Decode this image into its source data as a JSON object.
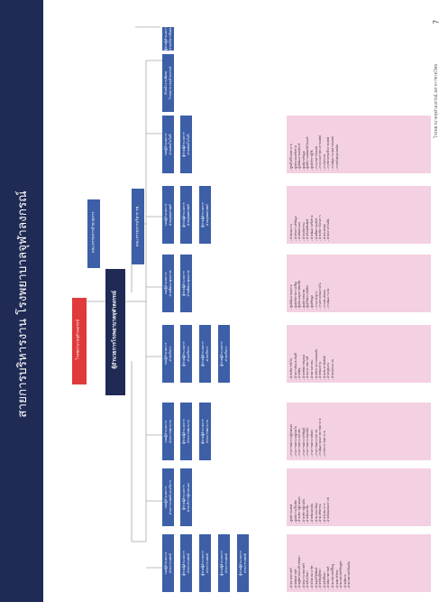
{
  "title": "สายการบริหารงาน โรงพยาบาลจุฬาลงกรณ์",
  "page_number": "7",
  "footer": "โรงพยาบาลจุฬาลงกรณ์ สภากาชาดไทย",
  "top": {
    "hospital": "โรงพยาบาลจุฬาลงกรณ์",
    "committee": "คณะกรรมการอำนวยการ",
    "director": "ผู้อำนวยการโรงพยาบาลจุฬาลงกรณ์",
    "exec_committee": "คณะกรรมการบริหาร รพ."
  },
  "deputies": [
    {
      "label": "รองผู้อำนวยการ\nฝ่ายการแพทย์",
      "subs": [
        "ผู้ช่วยผู้อำนวยการ\nฝ่ายการแพทย์",
        "ผู้ช่วยผู้อำนวยการ\nฝ่ายการแพทย์",
        "ผู้ช่วยผู้อำนวยการ\nฝ่ายการแพทย์",
        "ผู้ช่วยผู้อำนวยการ\nฝ่ายการแพทย์"
      ],
      "list": [
        "- ฝ่ายอายุรศาสตร์",
        "- ฝ่ายศัลยศาสตร์",
        "- ฝ่ายสูติศาสตร์-นรีเวชวิทยา",
        "- ฝ่ายกุมารเวชศาสตร์",
        "- ฝ่ายจักษุวิทยา",
        "- ฝ่ายโสต ศอ นาสิก",
        "- ฝ่ายออร์โธปิดิกส์",
        "- ฝ่ายวิสัญญีวิทยา",
        "- ฝ่ายรังสีวิทยา",
        "- ฝ่ายจิตเวชศาสตร์",
        "- ฝ่ายเวชศาสตร์ฟื้นฟู",
        "- ฝ่ายพยาธิวิทยา",
        "- ฝ่ายเวชศาสตร์ชันสูตร",
        "- ฝ่ายนิติเวช",
        "- ฝ่ายเวชศาสตร์ป้องกัน"
      ]
    },
    {
      "label": "รองผู้อำนวยการ\nฝ่ายการแพทย์และบริการ",
      "subs": [
        "ผู้ช่วยผู้อำนวยการ\nฝ่ายบริการผู้ป่วยนอก"
      ],
      "list": [
        "- ศูนย์การแพทย์",
        "- ศูนย์ความเป็นเลิศ",
        "- ฝ่ายบริการผู้ป่วยนอก",
        "- ฝ่ายบริการผู้ป่วยใน",
        "- ฝ่ายห้องผ่าตัด",
        "- ฝ่ายห้องฉุกเฉิน",
        "- ฝ่ายเวชระเบียน",
        "- ฝ่ายเภสัชกรรม",
        "- ฝ่ายโภชนาการ",
        "- ฝ่ายสังคมสงเคราะห์"
      ]
    },
    {
      "label": "รองผู้อำนวยการ\nฝ่ายการพยาบาล",
      "subs": [
        "ผู้ช่วยผู้อำนวยการ\nฝ่ายการพยาบาล",
        "ผู้ช่วยผู้อำนวยการ\nฝ่ายการพยาบาล"
      ],
      "list": [
        "- งานการพยาบาลผู้ป่วยนอก",
        "- งานการพยาบาลผู้ป่วยใน",
        "- งานการพยาบาลผ่าตัด",
        "- งานการพยาบาลวิสัญญี",
        "- งานการพยาบาลฉุกเฉิน",
        "- งานการพยาบาลพิเศษ",
        "- งานการพยาบาลทารก",
        "- งานพัฒนาคุณภาพการพยาบาล",
        "- งานวิชาการพยาบาล"
      ]
    },
    {
      "label": "รองผู้อำนวยการ\nฝ่ายบริหาร",
      "subs": [
        "ผู้ช่วยผู้อำนวยการ\nฝ่ายบริหาร",
        "ผู้ช่วยผู้อำนวยการ\nฝ่ายบริหาร",
        "ผู้ช่วยผู้อำนวยการ\nฝ่ายบริหาร"
      ],
      "list": [
        "- ฝ่ายบริหารทั่วไป",
        "- ฝ่ายการเงินและบัญชี",
        "- ฝ่ายพัสดุ",
        "- ฝ่ายทรัพยากรบุคคล",
        "- ฝ่ายอาคารสถานที่",
        "- ฝ่ายยานพาหนะ",
        "- ฝ่ายรักษาความปลอดภัย",
        "- ฝ่ายซ่อมบำรุง",
        "- ฝ่ายประชาสัมพันธ์",
        "- ฝ่ายกฎหมาย",
        "- ฝ่ายงบประมาณ"
      ]
    },
    {
      "label": "รองผู้อำนวยการ\nฝ่ายพัฒนาคุณภาพ",
      "subs": [
        "ผู้ช่วยผู้อำนวยการ\nฝ่ายพัฒนาคุณภาพ"
      ],
      "list": [
        "- ศูนย์พัฒนาคุณภาพ",
        "- ศูนย์บริหารความเสี่ยง",
        "- ศูนย์ควบคุมการติดเชื้อ",
        "- ศูนย์สารสนเทศ",
        "- ศูนย์วิจัยทางคลินิก",
        "- ศูนย์ข้อมูล",
        "- งานมาตรฐาน",
        "- งานตรวจสอบภายใน",
        "- งานประเมินผล",
        "- งานพัฒนาระบบ"
      ]
    },
    {
      "label": "รองผู้อำนวยการ\nฝ่ายยุทธศาสตร์",
      "subs": [
        "ผู้ช่วยผู้อำนวยการ\nฝ่ายยุทธศาสตร์",
        "ผู้ช่วยผู้อำนวยการ\nฝ่ายยุทธศาสตร์"
      ],
      "list": [
        "- ฝ่ายแผนงาน",
        "- ฝ่ายวิเคราะห์ข้อมูล",
        "- ฝ่ายติดตามผล",
        "- ฝ่ายนวัตกรรม",
        "- ฝ่ายวิเทศสัมพันธ์",
        "- ฝ่ายพัฒนาเครือข่าย",
        "- ฝ่ายสื่อสารองค์กร",
        "- ฝ่ายบริหารโครงการ",
        "- ฝ่ายระดมทุน",
        "- ฝ่ายความร่วมมือ"
      ]
    },
    {
      "label": "รองผู้อำนวยการ\nฝ่ายเทคโนโลยี",
      "subs": [
        "ผู้ช่วยผู้อำนวยการ\nฝ่ายเทคโนโลยี"
      ],
      "list": [
        "- ศูนย์ไอทีโรงพยาบาล",
        "- ศูนย์ระบบเครือข่าย",
        "- ศูนย์พัฒนาซอฟต์แวร์",
        "- ศูนย์ฐานข้อมูล",
        "- ศูนย์ความปลอดภัยไซเบอร์",
        "- ศูนย์บริการผู้ใช้",
        "- งานเวชสารสนเทศ",
        "- งานระบบภาพทางการแพทย์",
        "- งานโทรเวช",
        "- งานวิศวกรรมชีวการแพทย์",
        "- งานพัฒนาระบบสารสนเทศ",
        "- งานสนับสนุนเทคนิค"
      ]
    },
    {
      "label": "หัวหน้างานพิเศษ\nโรงพยาบาลจุฬาลงกรณ์",
      "subs": [],
      "list": []
    }
  ],
  "extra": "ผู้ช่วยผู้อำนวยการ\nฝ่ายบริหารพิเศษ"
}
